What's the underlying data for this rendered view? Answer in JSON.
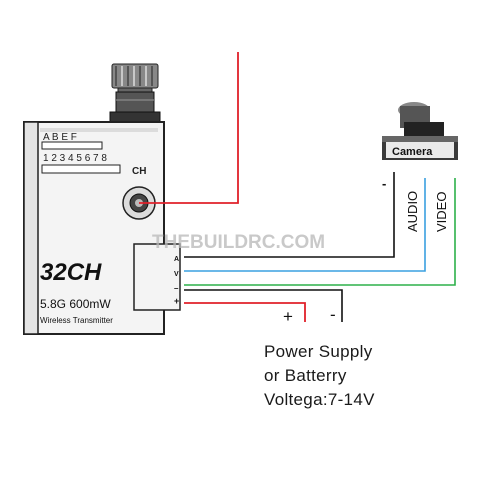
{
  "transmitter": {
    "channel_letters": "A B E F",
    "channel_numbers": "1 2 3 4 5 6 7 8",
    "ch_label": "CH",
    "model": "32CH",
    "spec": "5.8G 600mW",
    "subtitle": "Wireless Transmitter",
    "pins": {
      "audio": "A",
      "video": "V",
      "ground": "–",
      "power": "+"
    }
  },
  "camera": {
    "label": "Camera",
    "wire_ground": "-",
    "wire_audio": "AUDIO",
    "wire_video": "VIDEO"
  },
  "watermark": "THEBUILDRC.COM",
  "power": {
    "plus": "+",
    "minus": "-",
    "line1": "Power Supply",
    "line2": "or Batterry",
    "line3": "Voltega:7-14V"
  },
  "colors": {
    "red": "#e0202a",
    "blue": "#3aa0e0",
    "green": "#2db04a",
    "black": "#111111",
    "body": "#f4f4f4"
  }
}
